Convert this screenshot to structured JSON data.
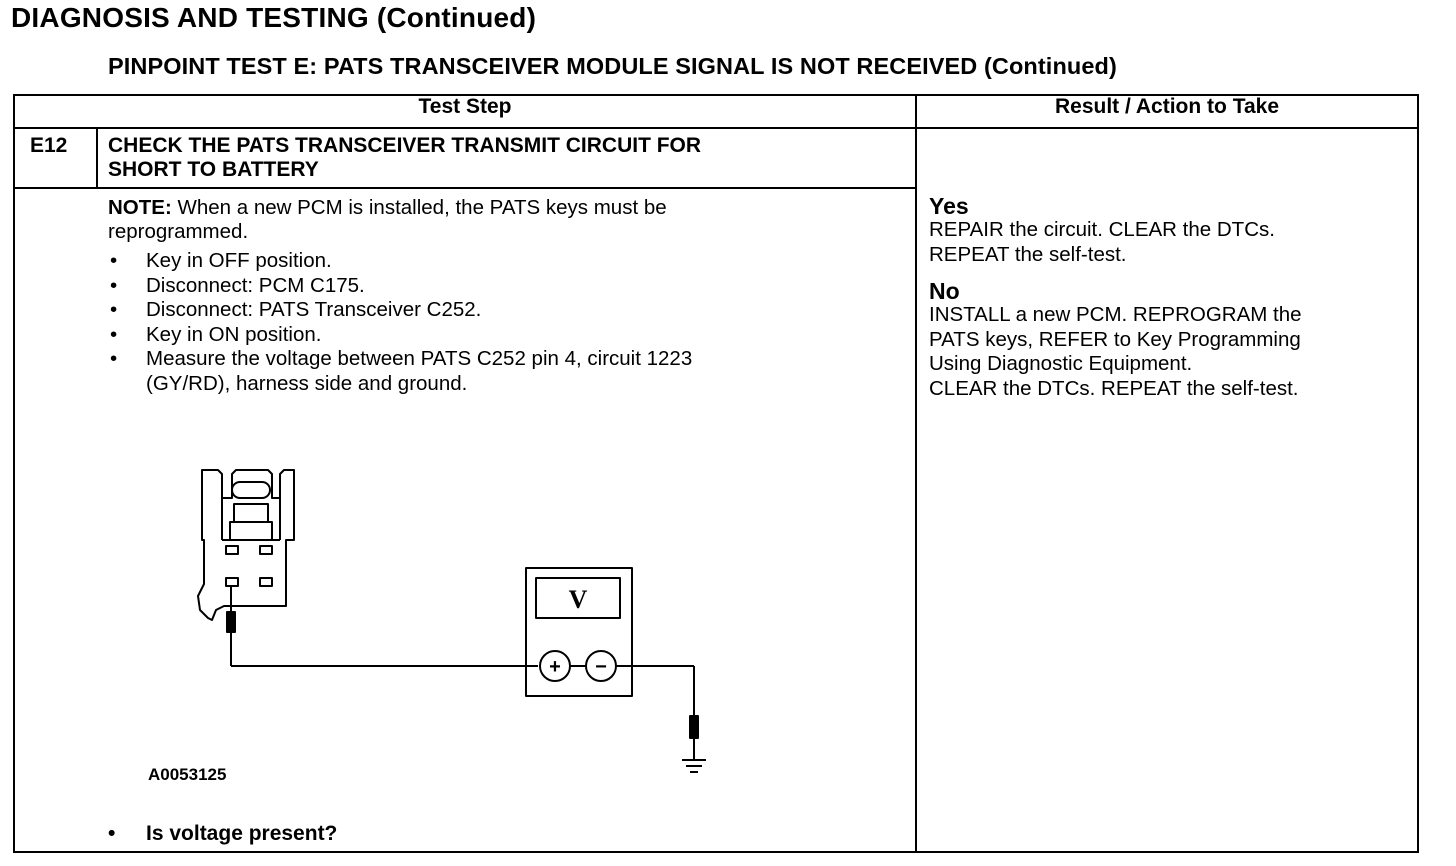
{
  "header": {
    "page_title": "DIAGNOSIS AND TESTING (Continued)",
    "test_title": "PINPOINT TEST E: PATS TRANSCEIVER MODULE SIGNAL IS NOT RECEIVED (Continued)"
  },
  "table": {
    "col_test_step": "Test Step",
    "col_result": "Result / Action to Take"
  },
  "step": {
    "id": "E12",
    "title_line1": "CHECK THE PATS TRANSCEIVER TRANSMIT CIRCUIT FOR",
    "title_line2": "SHORT TO BATTERY",
    "note_label": "NOTE:",
    "note_line1": " When a new PCM is installed, the PATS keys must be",
    "note_line2": "reprogrammed.",
    "bullets": [
      "Key in OFF position.",
      "Disconnect: PCM C175.",
      "Disconnect: PATS Transceiver C252.",
      "Key in ON position.",
      "Measure the voltage between PATS C252 pin 4, circuit 1223",
      "(GY/RD), harness side and ground."
    ],
    "bullet_glyph": "•",
    "figure_id": "A0053125",
    "meter_label": "V",
    "meter_plus": "+",
    "meter_minus": "−",
    "question": "Is voltage present?"
  },
  "results": {
    "yes_label": "Yes",
    "yes_line1": "REPAIR the circuit. CLEAR the DTCs.",
    "yes_line2": "REPEAT the self-test.",
    "no_label": "No",
    "no_line1": "INSTALL a new PCM. REPROGRAM the",
    "no_line2": "PATS keys, REFER to Key Programming",
    "no_line3": "Using Diagnostic Equipment.",
    "no_line4": "CLEAR the DTCs.  REPEAT the self-test."
  }
}
